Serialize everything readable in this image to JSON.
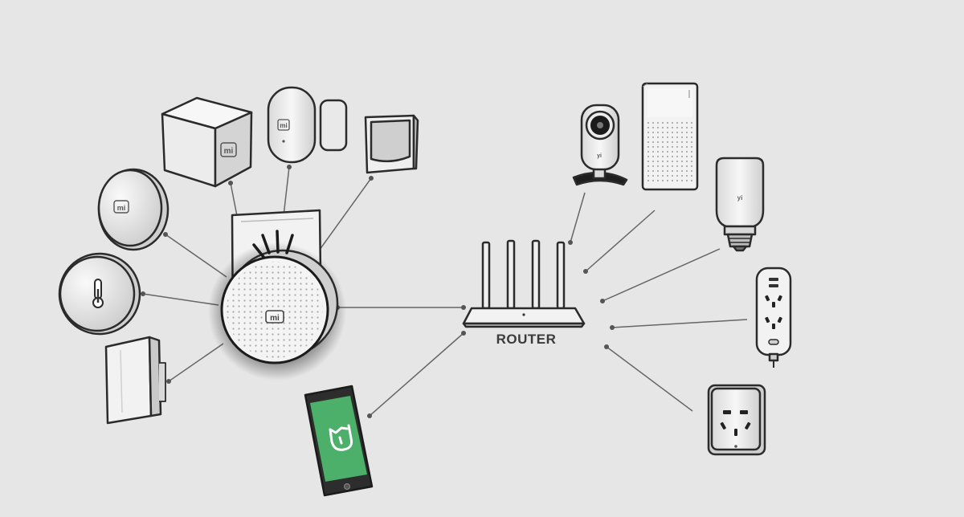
{
  "colors": {
    "background": "#e6e6e6",
    "outline": "#2b2b2b",
    "device_fill": "#f2f2f2",
    "device_shade": "#c9c9c9",
    "connector": "#666666",
    "phone_screen": "#4caf6a"
  },
  "router": {
    "label": "ROUTER"
  },
  "logos": {
    "mi": "mi",
    "yi": "yi"
  },
  "icons": {
    "thermometer": "thermometer-icon",
    "mi_home_app": "mi-home-app-icon"
  }
}
